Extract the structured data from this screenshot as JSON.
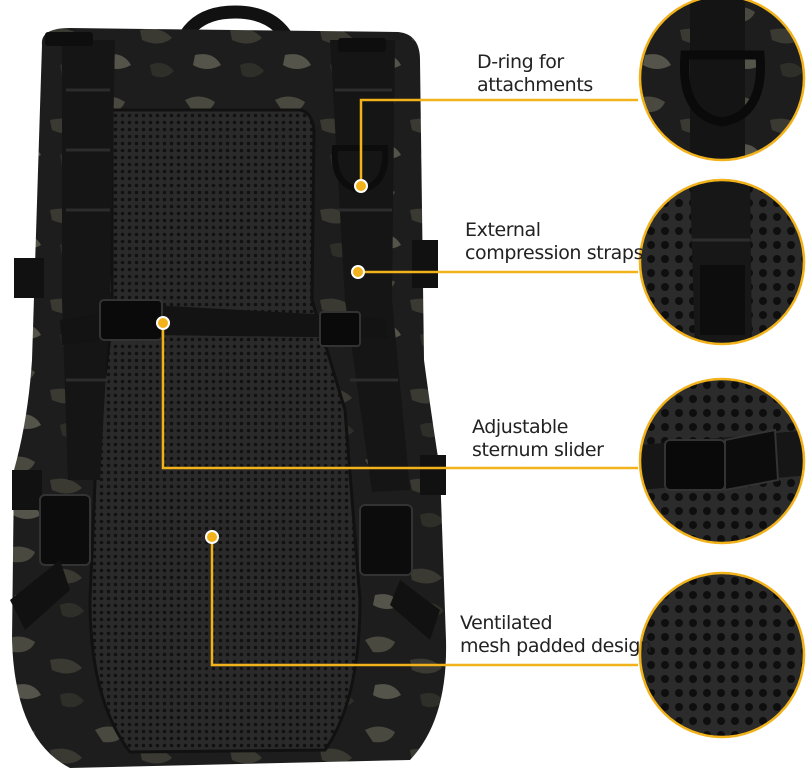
{
  "colors": {
    "accent": "#f2b21b",
    "fabric_dark": "#1c1c1c",
    "camo_mid": "#3b3a33",
    "camo_light": "#5a5a4c",
    "mesh": "#262626",
    "webbing": "#121212",
    "background": "#ffffff"
  },
  "callouts": [
    {
      "id": "d-ring",
      "lines": [
        "D-ring for",
        "attachments"
      ],
      "icon": "d-ring-closeup"
    },
    {
      "id": "compression",
      "lines": [
        "External",
        "compression straps"
      ],
      "icon": "strap-closeup"
    },
    {
      "id": "sternum",
      "lines": [
        "Adjustable",
        "sternum slider"
      ],
      "icon": "buckle-closeup"
    },
    {
      "id": "mesh",
      "lines": [
        "Ventilated",
        "mesh padded design"
      ],
      "icon": "mesh-closeup"
    }
  ]
}
